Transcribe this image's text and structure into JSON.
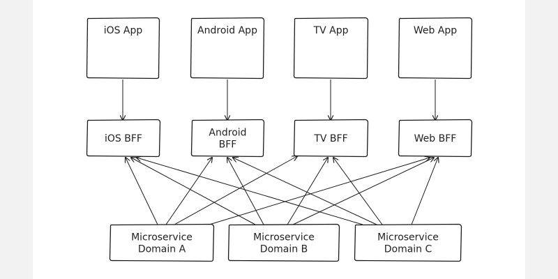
{
  "apps": [
    {
      "id": "ios",
      "label": "iOS App"
    },
    {
      "id": "android",
      "label": "Android App"
    },
    {
      "id": "tv",
      "label": "TV App"
    },
    {
      "id": "web",
      "label": "Web App"
    }
  ],
  "bffs": [
    {
      "id": "ios",
      "lines": [
        "iOS BFF"
      ]
    },
    {
      "id": "android",
      "lines": [
        "Android",
        "BFF"
      ]
    },
    {
      "id": "tv",
      "lines": [
        "TV BFF"
      ]
    },
    {
      "id": "web",
      "lines": [
        "Web BFF"
      ]
    }
  ],
  "services": [
    {
      "id": "a",
      "lines": [
        "Microservice",
        "Domain A"
      ]
    },
    {
      "id": "b",
      "lines": [
        "Microservice",
        "Domain B"
      ]
    },
    {
      "id": "c",
      "lines": [
        "Microservice",
        "Domain C"
      ]
    }
  ],
  "edges": [
    {
      "from": "app:ios",
      "to": "bff:ios"
    },
    {
      "from": "app:android",
      "to": "bff:android"
    },
    {
      "from": "app:tv",
      "to": "bff:tv"
    },
    {
      "from": "app:web",
      "to": "bff:web"
    },
    {
      "from": "svc:a",
      "to": "bff:ios"
    },
    {
      "from": "svc:a",
      "to": "bff:android"
    },
    {
      "from": "svc:a",
      "to": "bff:tv"
    },
    {
      "from": "svc:a",
      "to": "bff:web"
    },
    {
      "from": "svc:b",
      "to": "bff:ios"
    },
    {
      "from": "svc:b",
      "to": "bff:android"
    },
    {
      "from": "svc:b",
      "to": "bff:tv"
    },
    {
      "from": "svc:b",
      "to": "bff:web"
    },
    {
      "from": "svc:c",
      "to": "bff:ios"
    },
    {
      "from": "svc:c",
      "to": "bff:android"
    },
    {
      "from": "svc:c",
      "to": "bff:tv"
    },
    {
      "from": "svc:c",
      "to": "bff:web"
    }
  ]
}
